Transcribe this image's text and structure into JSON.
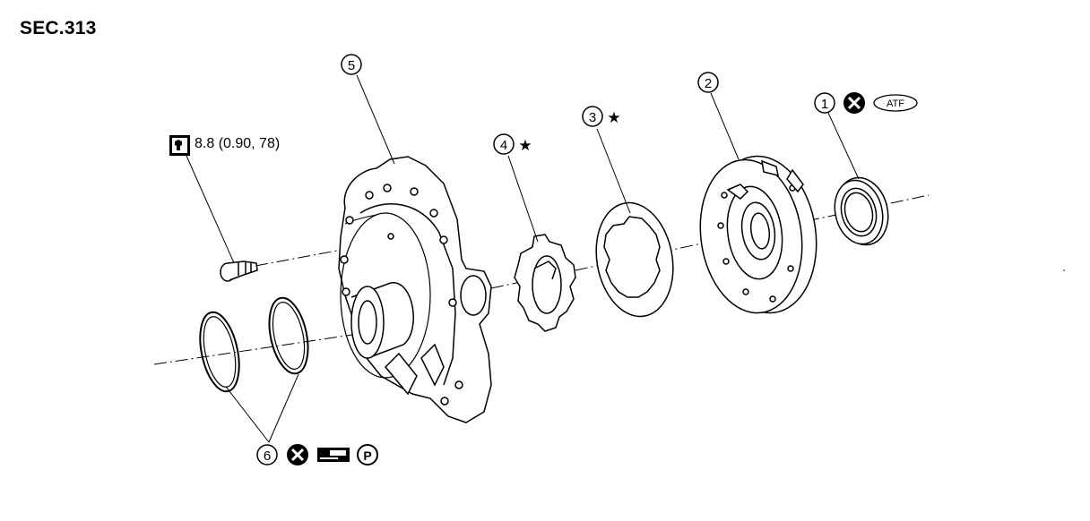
{
  "header": {
    "section": "SEC.313"
  },
  "torque": {
    "value": "8.8 (0.90, 78)"
  },
  "callouts": {
    "c1": {
      "number": "1",
      "mark": "ATF"
    },
    "c2": {
      "number": "2"
    },
    "c3": {
      "number": "3"
    },
    "c4": {
      "number": "4"
    },
    "c5": {
      "number": "5"
    },
    "c6": {
      "number": "6",
      "mark": "P"
    }
  },
  "icons": {
    "torque": "torque-wrench-icon",
    "replace": "do-not-reuse-icon",
    "star": "star-icon",
    "atf": "atf-oval-icon",
    "tool": "sealant-tool-icon",
    "petroleum": "petroleum-jelly-icon"
  }
}
